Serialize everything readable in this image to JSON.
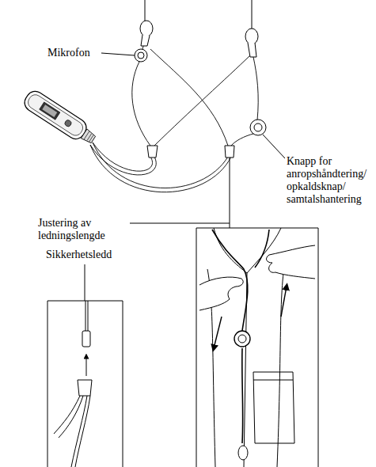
{
  "diagram": {
    "labels": [
      "Mikrofon",
      "Knapp for anropshåndtering/ opkaldsknap/ samtalshantering",
      "Justering av ledningslengde",
      "Sikkerhetsledd"
    ]
  }
}
